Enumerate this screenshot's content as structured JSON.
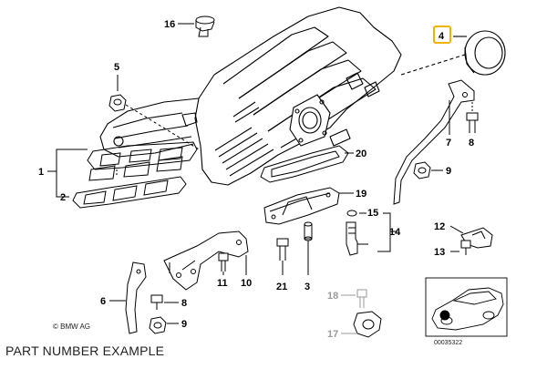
{
  "diagram": {
    "copyright": "© BMW AG",
    "drawing_number": "00035322",
    "caption": "PART NUMBER EXAMPLE",
    "highlighted_part": "4",
    "part_numbers": {
      "p1": "1",
      "p2": "2",
      "p3": "3",
      "p4": "4",
      "p5": "5",
      "p6": "6",
      "p7": "7",
      "p8a": "8",
      "p8b": "8",
      "p9a": "9",
      "p9b": "9",
      "p10": "10",
      "p11": "11",
      "p12": "12",
      "p13": "13",
      "p14": "14",
      "p15": "15",
      "p16": "16",
      "p17": "17",
      "p18": "18",
      "p19": "19",
      "p20": "20",
      "p21": "21"
    },
    "colors": {
      "highlight_border": "#f0b400",
      "line": "#000000",
      "muted": "#9a9a9a"
    }
  }
}
